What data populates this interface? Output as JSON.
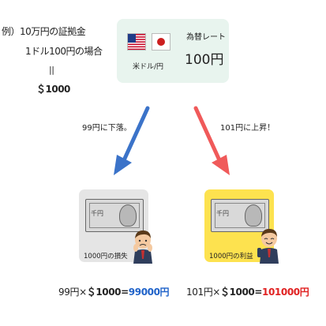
{
  "intro": {
    "line1": "例）10万円の証拠金",
    "line2": "1ドル100円の場合",
    "equals": "||",
    "amount": "＄1000"
  },
  "rate_box": {
    "flags": [
      "us-flag-icon",
      "japan-flag-icon"
    ],
    "pair": "米ドル/円",
    "title": "為替レート",
    "value": "100円"
  },
  "scenarios": {
    "down": {
      "caption": "99円に下落。",
      "card_label": "1000円の損失",
      "formula_a": "99円×",
      "formula_b": "＄1000",
      "formula_eq": "=",
      "formula_result": "99000円",
      "arrow_color": "#3b73c9",
      "result_color": "#1f62c9"
    },
    "up": {
      "caption": "101円に上昇！",
      "card_label": "1000円の利益",
      "formula_a": "101円×",
      "formula_b": "＄1000",
      "formula_eq": "=",
      "formula_result": "101000円",
      "arrow_color": "#f05a5a",
      "result_color": "#e02121"
    }
  },
  "bill_glyph": "千円",
  "colors": {
    "rate_box_bg": "#e8f4ee",
    "loss_card_bg": "#e5e5e5",
    "gain_card_bg": "#fde24f"
  }
}
